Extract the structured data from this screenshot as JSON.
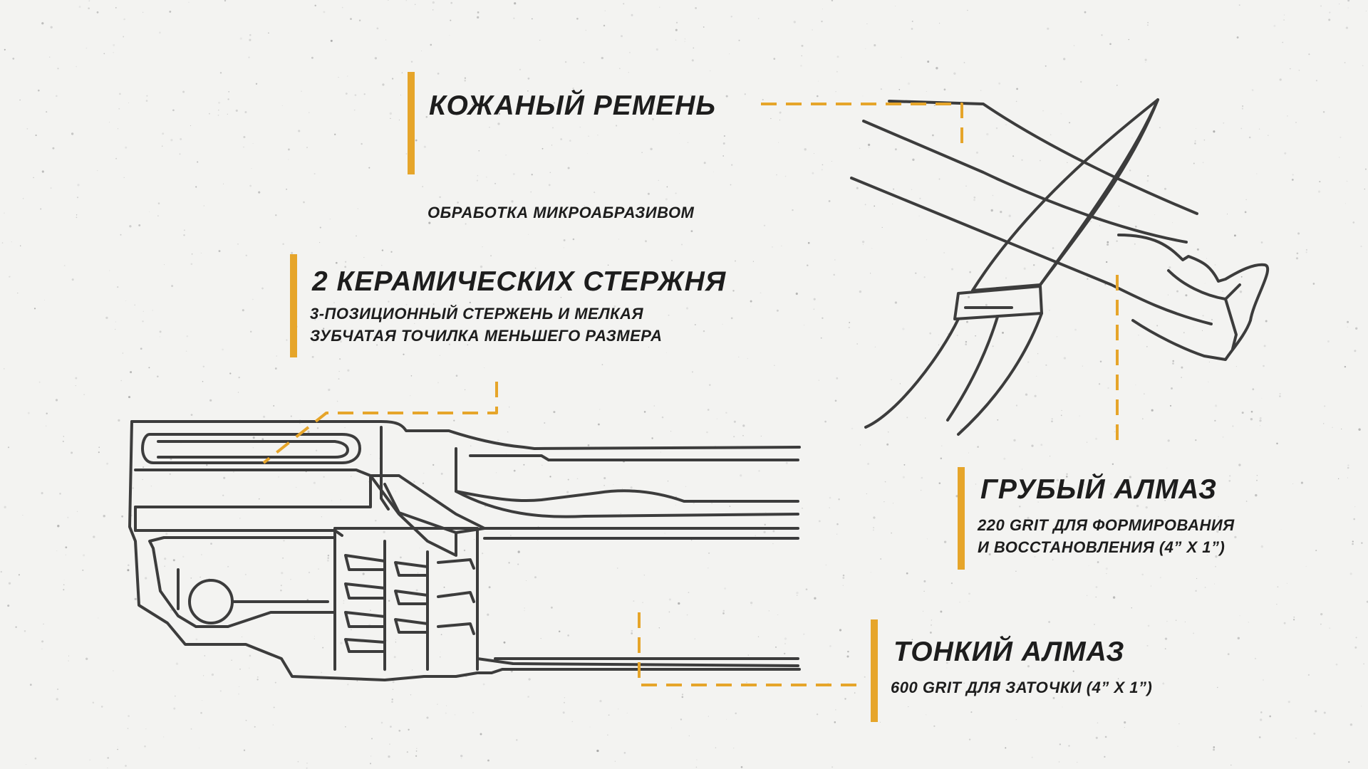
{
  "colors": {
    "accent": "#e6a52a",
    "line": "#3c3c3c",
    "text": "#1d1d1d",
    "background": "#f3f3f1"
  },
  "callouts": {
    "leather": {
      "title": "КОЖАНЫЙ РЕМЕНЬ",
      "lines": [
        "ОБРАБОТКА МИКРОАБРАЗИВОМ"
      ]
    },
    "ceramic": {
      "title": "2 КЕРАМИЧЕСКИХ СТЕРЖНЯ",
      "lines": [
        "3-ПОЗИЦИОННЫЙ СТЕРЖЕНЬ И МЕЛКАЯ",
        "ЗУБЧАТАЯ ТОЧИЛКА МЕНЬШЕГО РАЗМЕРА"
      ]
    },
    "coarse": {
      "title": "ГРУБЫЙ АЛМАЗ",
      "lines": [
        "220 GRIT ДЛЯ ФОРМИРОВАНИЯ",
        "И ВОССТАНОВЛЕНИЯ  (4” X 1”)"
      ]
    },
    "fine": {
      "title": "ТОНКИЙ АЛМАЗ",
      "lines": [
        "600 GRIT ДЛЯ ЗАТОЧКИ (4” X 1”)"
      ]
    }
  }
}
